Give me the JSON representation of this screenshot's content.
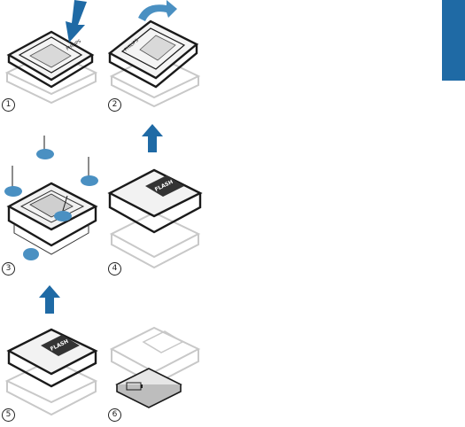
{
  "figure": {
    "steps": [
      {
        "number": "1",
        "action": "press lid down",
        "arrow_icon": "arrow-down-icon"
      },
      {
        "number": "2",
        "action": "lift lid off",
        "arrow_icon": "curved-arrow-icon"
      },
      {
        "number": "3",
        "action": "remove screws",
        "arrow_icon": "screw-icon"
      },
      {
        "number": "4",
        "action": "lift board assembly",
        "arrow_icon": "arrow-up-icon"
      },
      {
        "number": "5",
        "action": "lift board out",
        "arrow_icon": "arrow-up-icon"
      },
      {
        "number": "6",
        "action": "remove battery",
        "arrow_icon": "battery-icon"
      }
    ],
    "chip_label": "FLASH",
    "lid_label": "PHILIPS"
  },
  "colors": {
    "accent": "#1f6aa5",
    "arrow": "#1f6aa5",
    "line": "#1a1a1a",
    "faint": "#bdbdbd"
  }
}
